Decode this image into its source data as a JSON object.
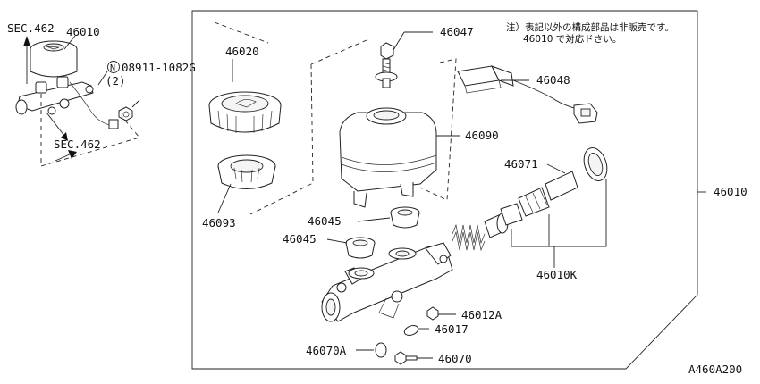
{
  "diagram": {
    "note_lines": [
      "注）表記以外の構成部品は非販売です。",
      "46010 で対応ドさい。"
    ],
    "drawing_code": "A460A200",
    "inset": {
      "sec_top": "SEC.462",
      "sec_bottom": "SEC.462",
      "assembly_label": "46010",
      "nut_circle": "N",
      "nut_part": "08911-1082G",
      "nut_qty": "(2)"
    },
    "parts": {
      "reservoir_cap": "46020",
      "cap_seal": "46093",
      "reservoir_bolt": "46047",
      "fluid_level_switch": "46048",
      "reservoir_tank": "46090",
      "piston_seal": "46071",
      "master_cylinder_assy": "46010",
      "grommet_upper": "46045",
      "grommet_lower": "46045",
      "piston_kit": "46010K",
      "stopper_bolt": "46012A",
      "plug": "46017",
      "bleeder_cap": "46070A",
      "bleeder_screw": "46070"
    }
  }
}
